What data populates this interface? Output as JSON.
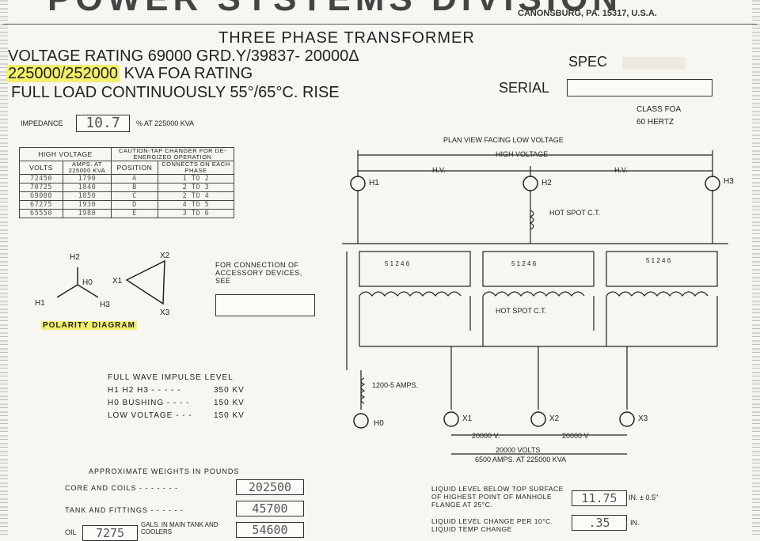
{
  "header": {
    "brand": "POWER SYSTEMS DIVISION",
    "location": "CANONSBURG, PA. 15317, U.S.A."
  },
  "nameplate": {
    "title": "THREE PHASE TRANSFORMER",
    "voltage_rating": "VOLTAGE RATING 69000 GRD.Y/39837- 20000Δ",
    "kva_highlight": "225000/252000",
    "kva_rest": "KVA FOA RATING",
    "full_load": "FULL LOAD CONTINUOUSLY 55°/65°C. RISE",
    "spec_label": "SPEC",
    "serial_label": "SERIAL",
    "class": "CLASS FOA",
    "hertz": "60 HERTZ",
    "impedance_label": "IMPEDANCE",
    "impedance_value": "10.7",
    "impedance_suffix": "% AT 225000 KVA"
  },
  "voltage_table": {
    "hv_header": "HIGH VOLTAGE",
    "caution_header": "CAUTION-TAP CHANGER FOR DE-ENERGIZED OPERATION",
    "col_volts": "VOLTS",
    "col_amps": "AMPS. AT 225000 KVA",
    "col_position": "POSITION",
    "col_connects": "CONNECTS ON EACH PHASE",
    "rows": [
      {
        "volts": "72450",
        "amps": "1790",
        "position": "A",
        "connects": "1  TO  2"
      },
      {
        "volts": "70725",
        "amps": "1840",
        "position": "B",
        "connects": "2  TO  3"
      },
      {
        "volts": "69000",
        "amps": "1850",
        "position": "C",
        "connects": "2  TO  4"
      },
      {
        "volts": "67275",
        "amps": "1930",
        "position": "D",
        "connects": "4  TO  5"
      },
      {
        "volts": "65550",
        "amps": "1980",
        "position": "E",
        "connects": "3  TO  6"
      }
    ]
  },
  "polarity": {
    "label": "POLARITY DIAGRAM",
    "h1": "H1",
    "h2": "H2",
    "h3": "H3",
    "h0": "H0",
    "x1": "X1",
    "x2": "X2",
    "x3": "X3"
  },
  "accessory_note": "FOR CONNECTION OF ACCESSORY DEVICES, SEE",
  "impulse": {
    "title": "FULL WAVE IMPULSE LEVEL",
    "lines": [
      {
        "label": "H1 H2 H3 - - - - -",
        "value": "350 KV"
      },
      {
        "label": "H0  BUSHING - - - -",
        "value": "150 KV"
      },
      {
        "label": "LOW VOLTAGE - - -",
        "value": "150 KV"
      }
    ]
  },
  "weights": {
    "title": "APPROXIMATE WEIGHTS IN POUNDS",
    "core_label": "CORE AND COILS - - - - - - -",
    "core_value": "202500",
    "tank_label": "TANK AND FITTINGS - - - - - -",
    "tank_value": "45700",
    "oil_label": "OIL",
    "oil_gals": "7275",
    "oil_desc": "GALS. IN MAIN TANK AND COOLERS",
    "oil_value": "54600"
  },
  "liquid": {
    "level_label": "LIQUID LEVEL BELOW TOP SURFACE OF HIGHEST POINT OF MANHOLE FLANGE AT 25°C.",
    "level_value": "11.75",
    "level_unit": "IN. ± 0.5\"",
    "change_label": "LIQUID LEVEL CHANGE PER 10°C. LIQUID TEMP CHANGE",
    "change_value": ".35",
    "change_unit": "IN."
  },
  "schematic": {
    "plan_view": "PLAN VIEW FACING LOW VOLTAGE",
    "high_voltage": "HIGH VOLTAGE",
    "hv1": "H.V.",
    "hv2": "H.V.",
    "h1": "H1",
    "h2": "H2",
    "h3": "H3",
    "h0": "H0",
    "x1": "X1",
    "x2": "X2",
    "x3": "X3",
    "hot_spot_ct": "HOT SPOT C.T.",
    "hot_spot": "HOT SPOT C.T.",
    "ct_rating": "1200-5 AMPS.",
    "lv1": "20000 V.",
    "lv2": "20000 V",
    "lv_volts": "20000  VOLTS",
    "lv_amps": "6500 AMPS. AT 225000 KVA",
    "tap_numbers": "5 1  2 4 6"
  }
}
